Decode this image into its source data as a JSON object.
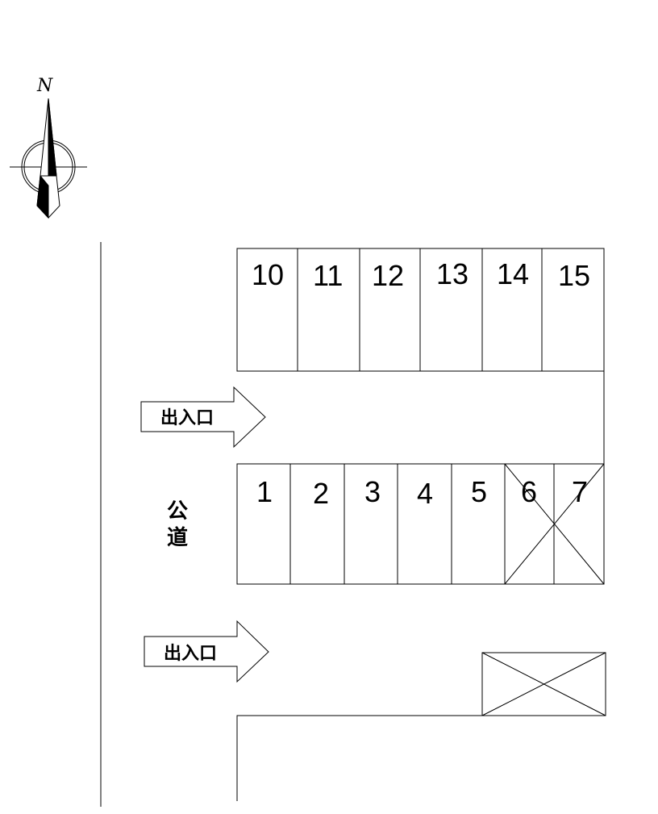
{
  "compass": {
    "north_label": "N"
  },
  "road": {
    "label_line1": "公",
    "label_line2": "道"
  },
  "entrances": [
    {
      "label": "出入口"
    },
    {
      "label": "出入口"
    }
  ],
  "top_row_spaces": [
    "10",
    "11",
    "12",
    "13",
    "14",
    "15"
  ],
  "bottom_row_spaces": [
    "1",
    "2",
    "3",
    "4",
    "5",
    "6",
    "7"
  ],
  "unavailable_spaces": [
    "6",
    "7"
  ],
  "colors": {
    "line": "#000000",
    "background": "#ffffff"
  }
}
